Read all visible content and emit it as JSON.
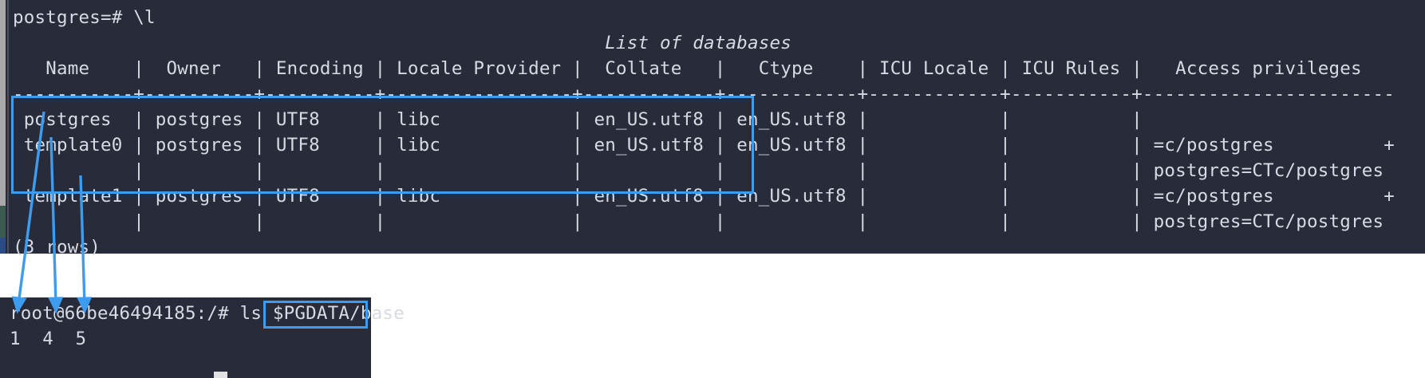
{
  "top_terminal": {
    "name": "psql-terminal",
    "prompt_line": "postgres=# \\l",
    "title": "List of databases",
    "header_row": "   Name    |  Owner   | Encoding | Locale Provider |  Collate   |   Ctype    | ICU Locale | ICU Rules |   Access privileges   ",
    "separator_row": "-----------+----------+----------+-----------------+------------+------------+------------+-----------+-----------------------",
    "rows": [
      " postgres  | postgres | UTF8     | libc            | en_US.utf8 | en_US.utf8 |            |           | ",
      " template0 | postgres | UTF8     | libc            | en_US.utf8 | en_US.utf8 |            |           | =c/postgres          +",
      "           |          |          |                 |            |            |            |           | postgres=CTc/postgres ",
      " template1 | postgres | UTF8     | libc            | en_US.utf8 | en_US.utf8 |            |           | =c/postgres          +",
      "           |          |          |                 |            |            |            |           | postgres=CTc/postgres "
    ],
    "footer": "(3 rows)",
    "columns": [
      "Name",
      "Owner",
      "Encoding",
      "Locale Provider",
      "Collate",
      "Ctype",
      "ICU Locale",
      "ICU Rules",
      "Access privileges"
    ],
    "databases": [
      {
        "name": "postgres",
        "owner": "postgres",
        "encoding": "UTF8",
        "locale_provider": "libc",
        "collate": "en_US.utf8",
        "ctype": "en_US.utf8",
        "icu_locale": "",
        "icu_rules": "",
        "access_privileges": ""
      },
      {
        "name": "template0",
        "owner": "postgres",
        "encoding": "UTF8",
        "locale_provider": "libc",
        "collate": "en_US.utf8",
        "ctype": "en_US.utf8",
        "icu_locale": "",
        "icu_rules": "",
        "access_privileges": "=c/postgres          +\npostgres=CTc/postgres"
      },
      {
        "name": "template1",
        "owner": "postgres",
        "encoding": "UTF8",
        "locale_provider": "libc",
        "collate": "en_US.utf8",
        "ctype": "en_US.utf8",
        "icu_locale": "",
        "icu_rules": "",
        "access_privileges": "=c/postgres          +\npostgres=CTc/postgres"
      }
    ],
    "row_count_label": "(3 rows)"
  },
  "bottom_terminal": {
    "name": "shell-terminal",
    "prompt": "root@66be46494185:/# ",
    "command": "ls ",
    "highlighted_argument": "$PGDATA/base",
    "output": "1  4  5",
    "full_command_line": "root@66be46494185:/# ls $PGDATA/base"
  },
  "annotations": {
    "accent_color": "#3d9bf0",
    "row_highlight_label": "database-rows-highlight",
    "pgdata_highlight_label": "pgdata-base-path-highlight",
    "arrows": [
      {
        "label": "arrow-postgres-to-1",
        "from_text": "postgres",
        "to_text": "1"
      },
      {
        "label": "arrow-template0-to-4",
        "from_text": "template0",
        "to_text": "4"
      },
      {
        "label": "arrow-template1-to-5",
        "from_text": "template1",
        "to_text": "5"
      }
    ]
  },
  "theme": {
    "terminal_bg": "#282c3a",
    "terminal_fg": "#d8dae3",
    "page_bg": "#ffffff",
    "scrollbar": "#c9c9c9"
  }
}
